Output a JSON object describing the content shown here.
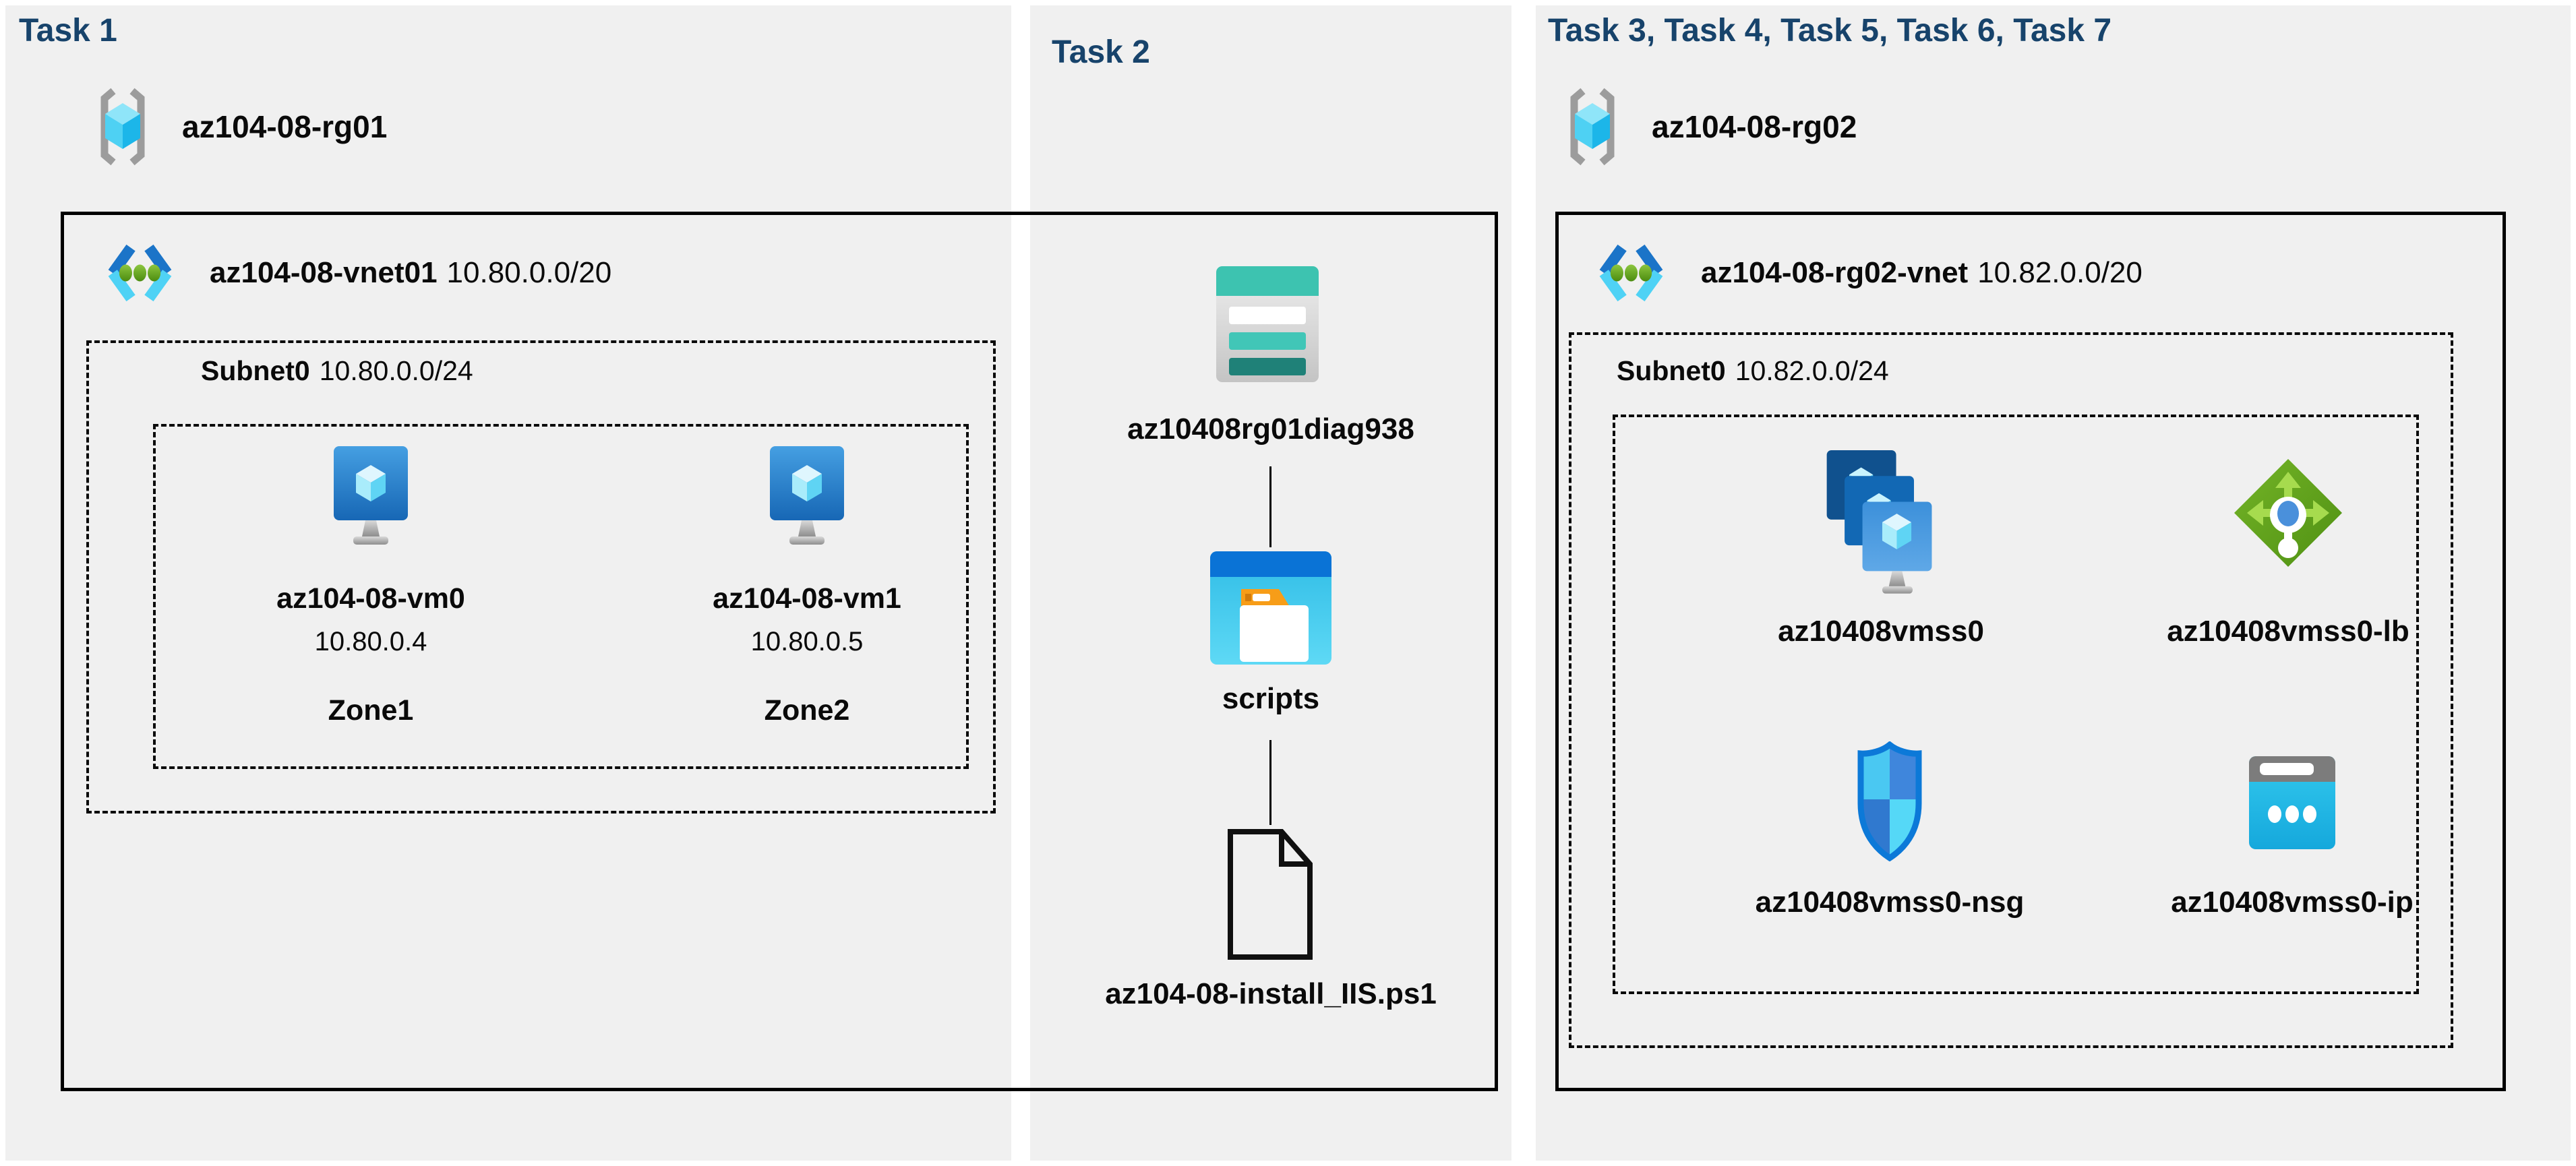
{
  "task1": {
    "header": "Task 1",
    "resource_group": "az104-08-rg01",
    "vnet_name": "az104-08-vnet01",
    "vnet_cidr": "10.80.0.0/20",
    "subnet_name": "Subnet0",
    "subnet_cidr": "10.80.0.0/24",
    "vms": [
      {
        "name": "az104-08-vm0",
        "ip": "10.80.0.4",
        "zone": "Zone1"
      },
      {
        "name": "az104-08-vm1",
        "ip": "10.80.0.5",
        "zone": "Zone2"
      }
    ]
  },
  "task2": {
    "header": "Task 2",
    "storage_account": "az10408rg01diag938",
    "container": "scripts",
    "script_file": "az104-08-install_IIS.ps1"
  },
  "task3": {
    "header": "Task 3, Task 4, Task 5, Task 6, Task 7",
    "resource_group": "az104-08-rg02",
    "vnet_name": "az104-08-rg02-vnet",
    "vnet_cidr": "10.82.0.0/20",
    "subnet_name": "Subnet0",
    "subnet_cidr": "10.82.0.0/24",
    "resources": [
      {
        "name": "az10408vmss0",
        "type": "virtual-machine-scale-set"
      },
      {
        "name": "az10408vmss0-lb",
        "type": "load-balancer"
      },
      {
        "name": "az10408vmss0-nsg",
        "type": "network-security-group"
      },
      {
        "name": "az10408vmss0-ip",
        "type": "public-ip-address"
      }
    ]
  },
  "icons": {
    "resource_group": "resource-group-icon",
    "virtual_network": "vnet-icon",
    "virtual_machine": "vm-icon",
    "storage_account": "storage-account-icon",
    "blob_container": "folder-icon",
    "script_file": "file-icon",
    "vmss": "vmss-stack-icon",
    "load_balancer": "load-balancer-icon",
    "nsg": "shield-icon",
    "public_ip": "public-ip-icon"
  },
  "colors": {
    "header_text": "#17436B",
    "panel_bg": "#F0F0F0",
    "label_text": "#0A0A0A",
    "border": "#000000",
    "azure_blue": "#1B74C8",
    "azure_cyan": "#4FD2F5",
    "vm_blue": "#2E86D5",
    "lb_green": "#6CAE21",
    "storage_teal": "#3DC3B0",
    "folder_orange": "#F79D18",
    "shield_blue": "#0C79D8"
  }
}
